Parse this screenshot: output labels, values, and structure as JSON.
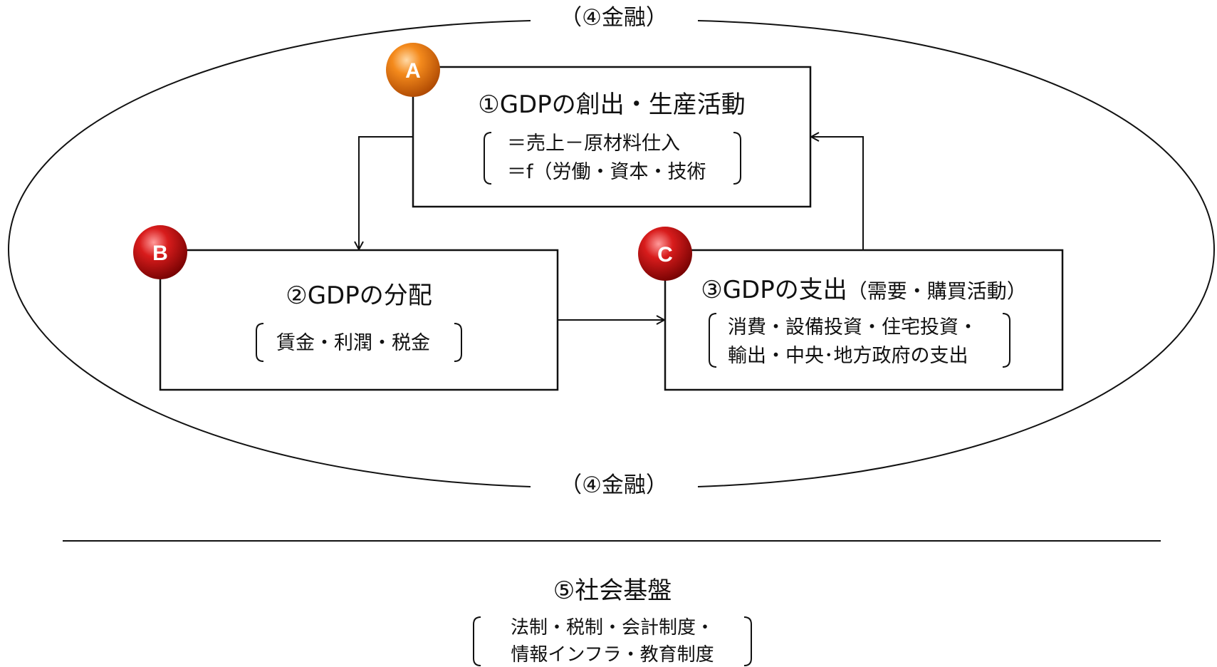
{
  "finance_label_top": "（④金融）",
  "finance_label_bottom": "（④金融）",
  "badges": {
    "a": "A",
    "b": "B",
    "c": "C"
  },
  "boxes": {
    "creation": {
      "title": "①GDPの創出・生産活動",
      "lines": [
        "＝売上－原材料仕入",
        "＝f（労働・資本・技術"
      ]
    },
    "distribution": {
      "title": "②GDPの分配",
      "lines": [
        "賃金・利潤・税金"
      ]
    },
    "expenditure": {
      "title": "③GDPの支出",
      "title_suffix": "（需要・購買活動）",
      "lines": [
        "消費・設備投資・住宅投資・",
        "輸出・中央･地方政府の支出"
      ]
    }
  },
  "social_base": {
    "title": "⑤社会基盤",
    "lines": [
      "法制・税制・会計制度・",
      "情報インフラ・教育制度"
    ]
  },
  "colors": {
    "badge_a": "#e8720c",
    "badge_b": "#c4161c",
    "badge_c": "#d0151b",
    "line": "#111111"
  }
}
